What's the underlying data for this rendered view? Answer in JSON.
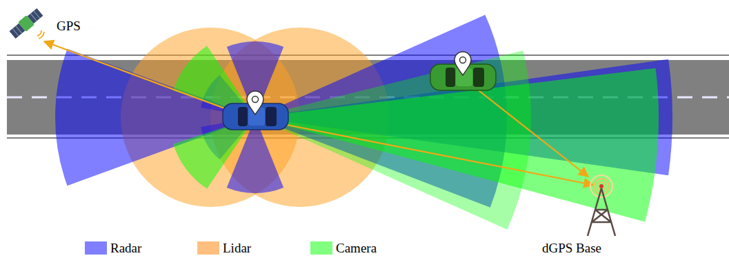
{
  "diagram": {
    "labels": [
      "GPS",
      "dGPS Base"
    ],
    "legend": [
      {
        "text": "Radar",
        "color": "#7f7fff"
      },
      {
        "text": "Lidar",
        "color": "#ffbf7f"
      },
      {
        "text": "Camera",
        "color": "#80ff80"
      }
    ]
  }
}
